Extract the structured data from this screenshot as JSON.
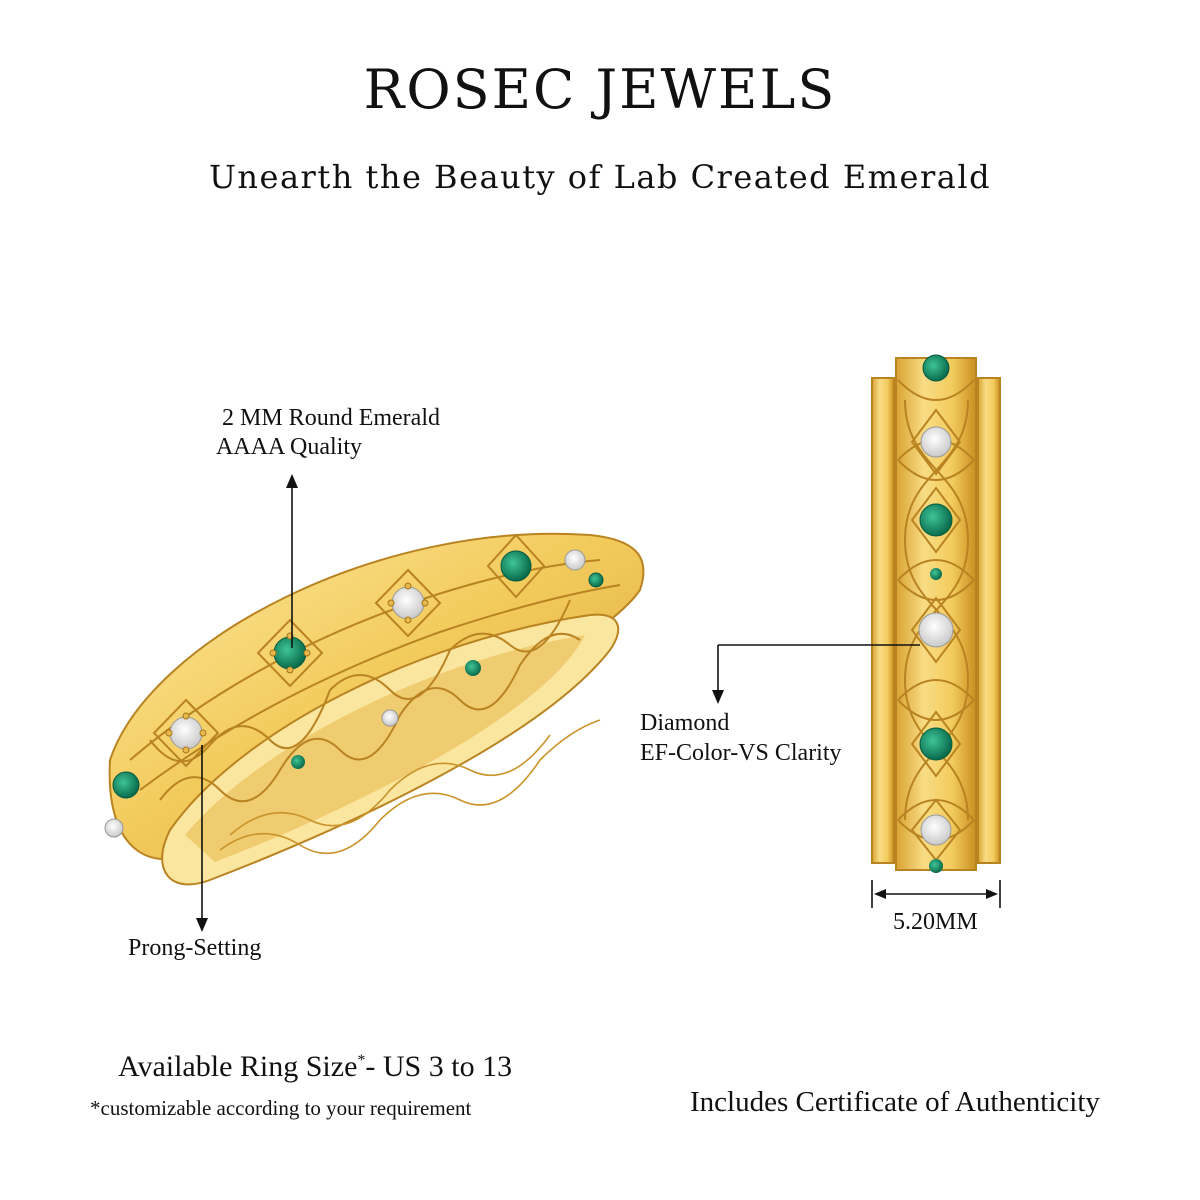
{
  "header": {
    "brand": "ROSEC JEWELS",
    "tagline": "Unearth the Beauty of Lab Created Emerald"
  },
  "callouts": {
    "emerald_line1": "2 MM Round Emerald",
    "emerald_line2": "AAAA Quality",
    "prong": "Prong-Setting",
    "diamond_line1": "Diamond",
    "diamond_line2": "EF-Color-VS  Clarity",
    "width": "5.20MM"
  },
  "footer": {
    "size_label": "Available Ring Size",
    "size_mark": "*",
    "size_value": "- US 3 to 13",
    "size_note": "*customizable according to your requirement",
    "certificate": "Includes Certificate of Authenticity"
  },
  "colors": {
    "gold": "#f3cc5e",
    "gold_dark": "#c98f1f",
    "gold_light": "#fde9a2",
    "emerald": "#0e8a63",
    "diamond": "#f4f4f4"
  }
}
